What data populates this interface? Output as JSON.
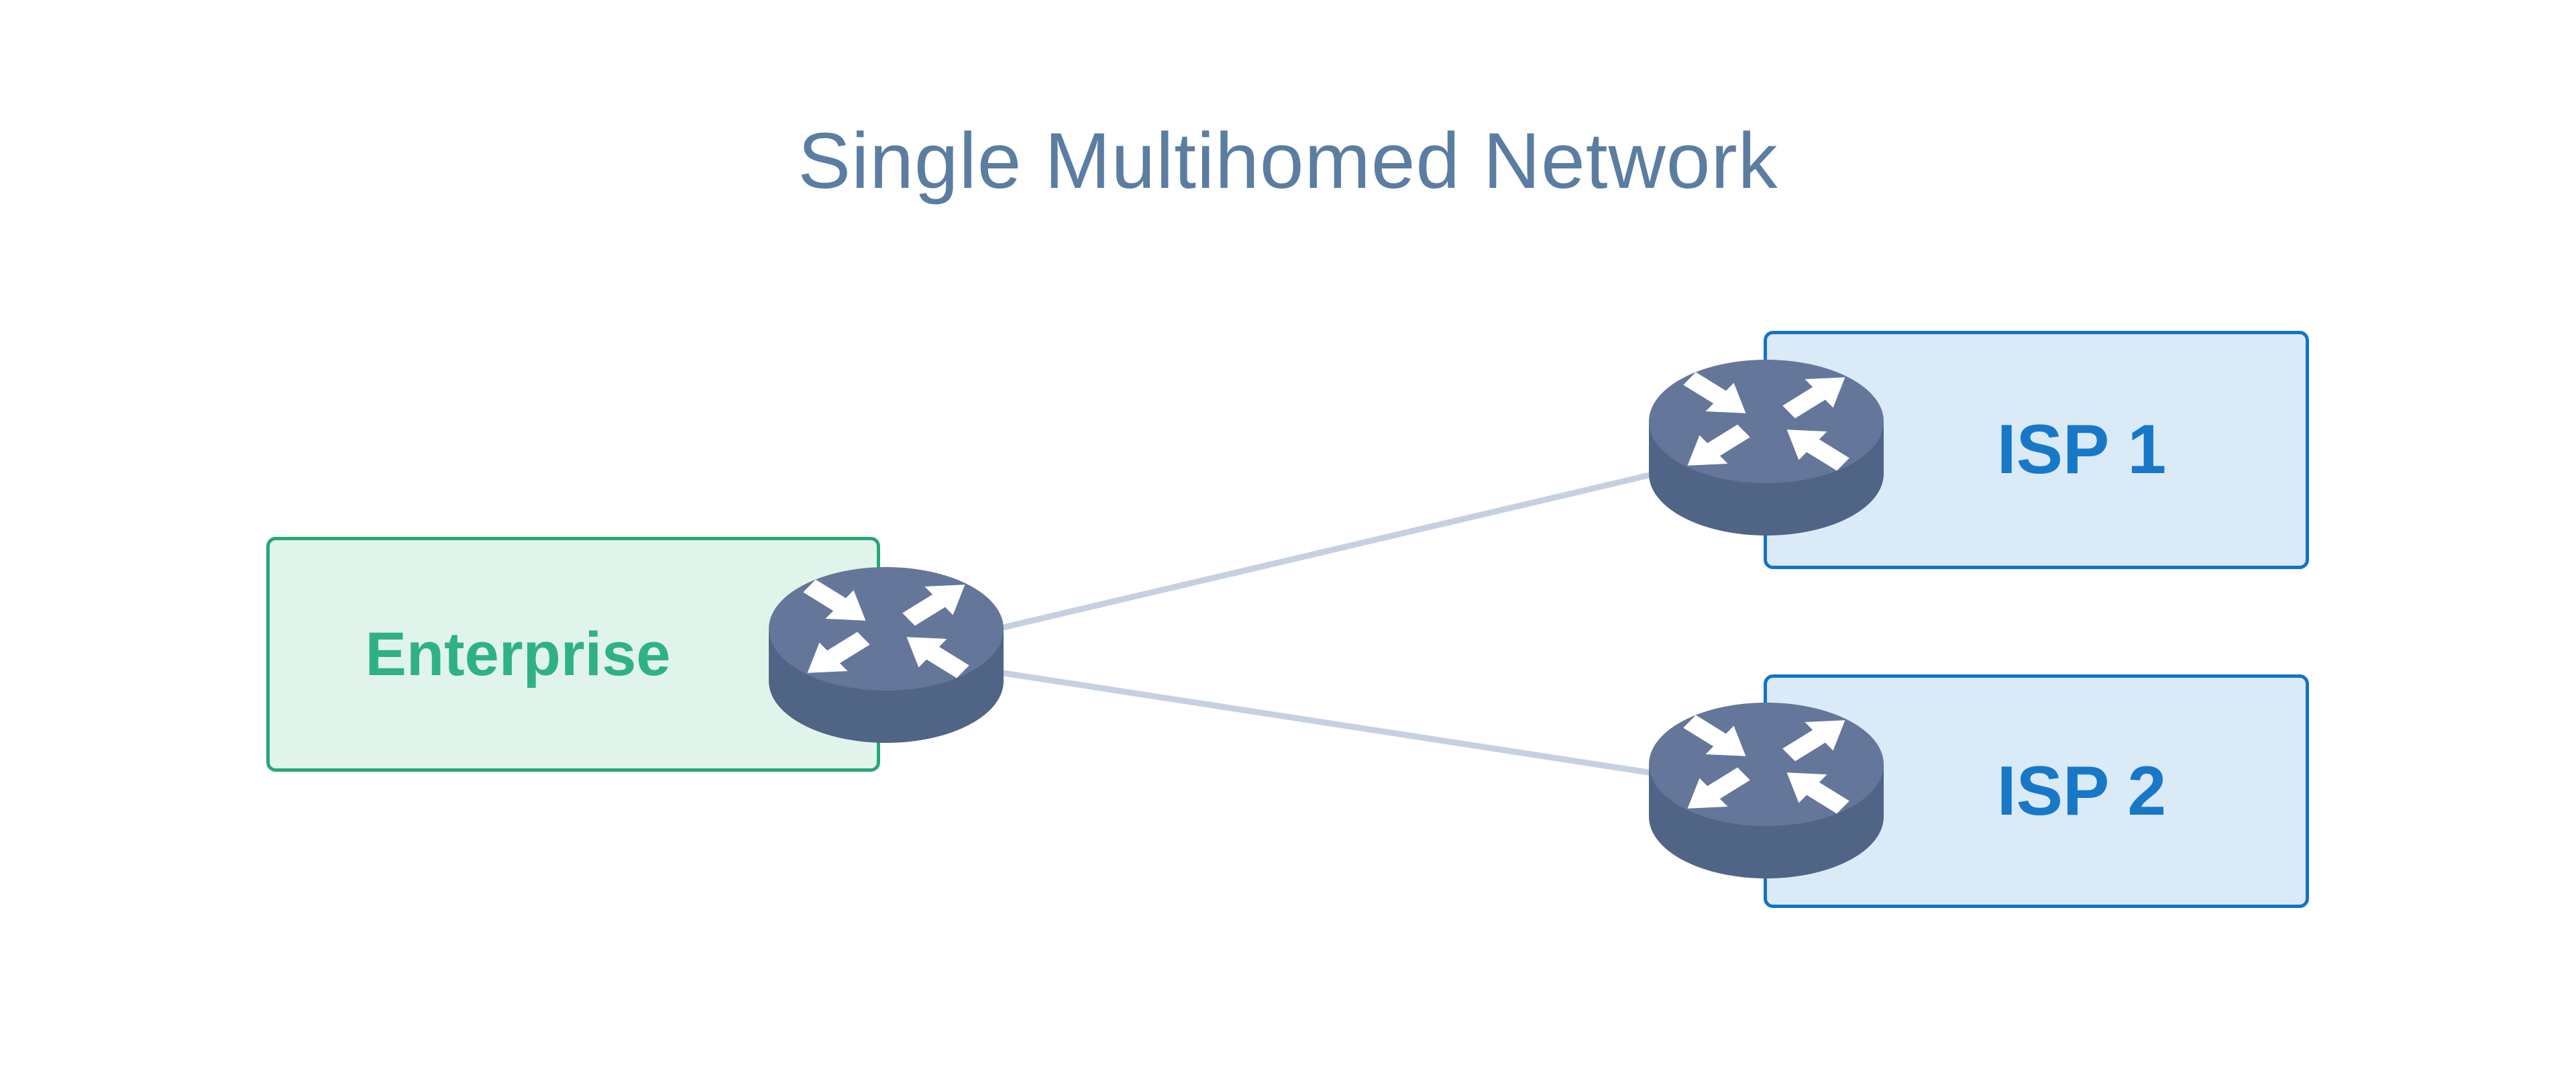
{
  "title": "Single Multihomed Network",
  "nodes": {
    "enterprise": {
      "label": "Enterprise",
      "icon": "router-icon"
    },
    "isp1": {
      "label": "ISP 1",
      "icon": "router-icon"
    },
    "isp2": {
      "label": "ISP 2",
      "icon": "router-icon"
    }
  },
  "connections": [
    {
      "from": "enterprise",
      "to": "isp1"
    },
    {
      "from": "enterprise",
      "to": "isp2"
    }
  ],
  "colors": {
    "background": "#ffffff",
    "title_text": "#5b7da1",
    "enterprise_fill": "#e1f4ec",
    "enterprise_border": "#26a874",
    "enterprise_text": "#2fb187",
    "isp_fill": "#daeaf7",
    "isp_border": "#1373c5",
    "isp_text": "#1878c8",
    "router_top": "#64779a",
    "router_side": "#506486",
    "link_line": "#c5d1e0"
  }
}
